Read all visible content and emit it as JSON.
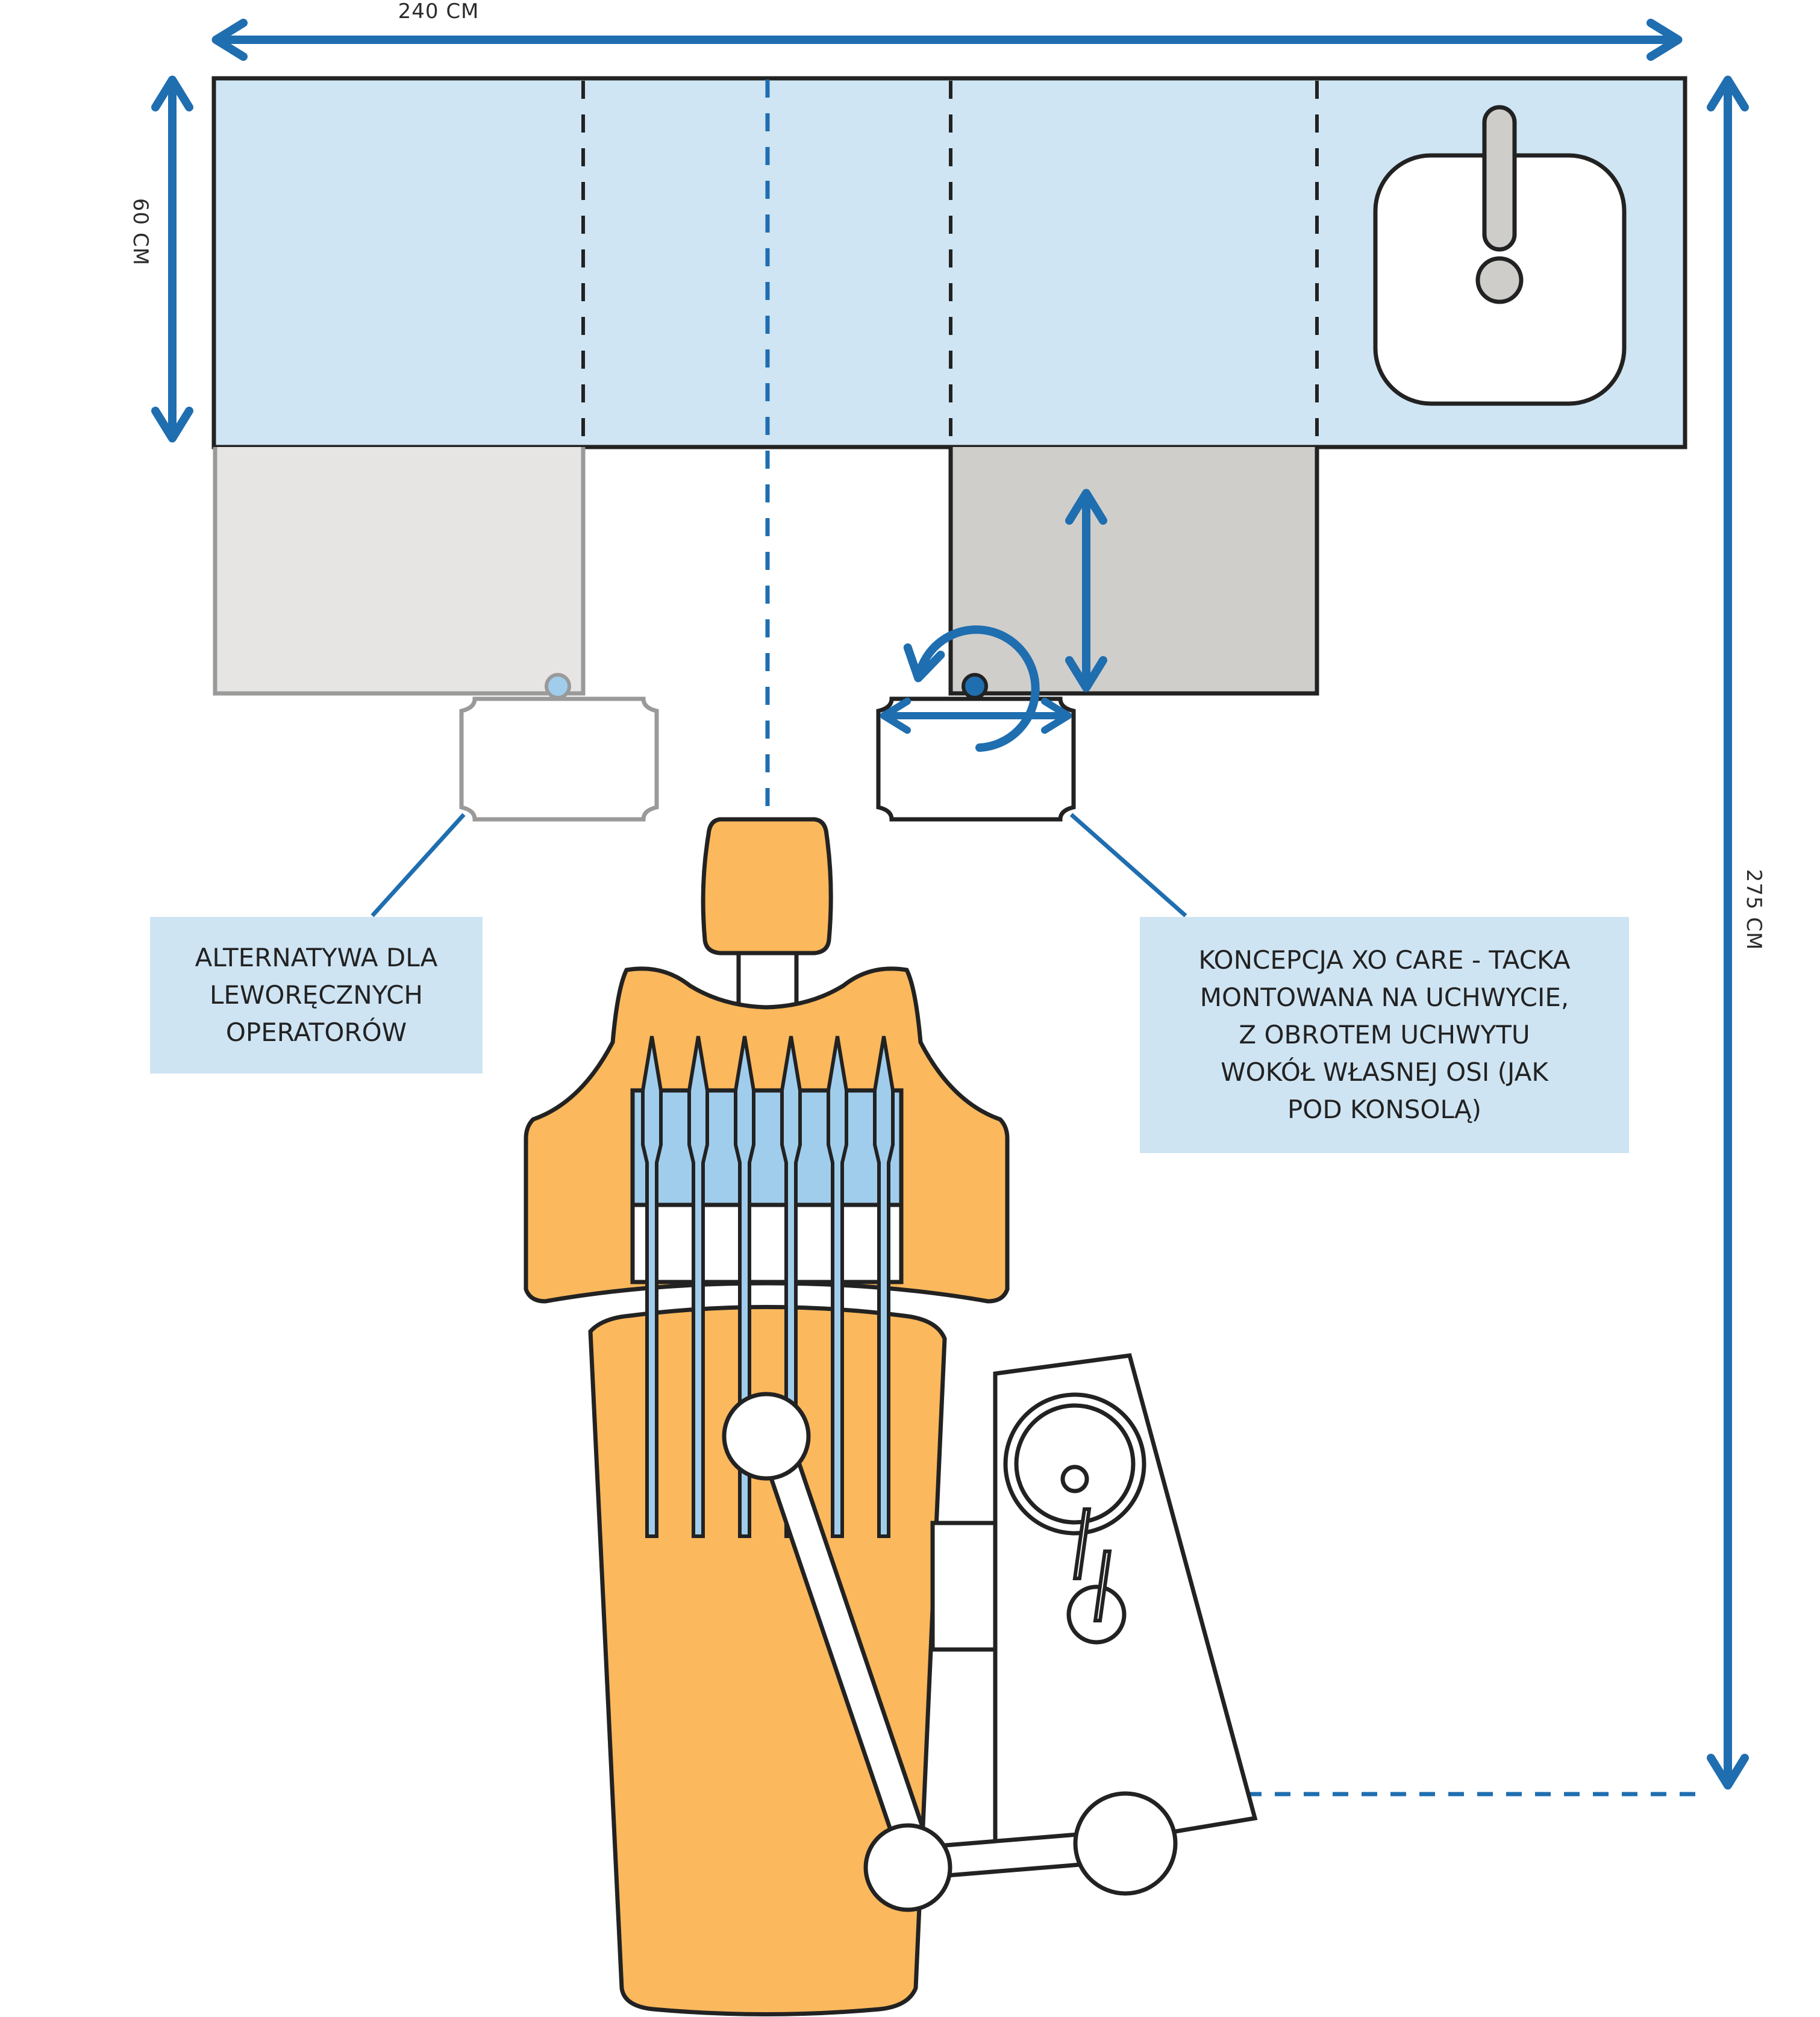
{
  "dimensions": {
    "width_label": "240 CM",
    "depth_label": "60 CM",
    "room_length_label": "275 CM"
  },
  "callouts": {
    "left_handed": "ALTERNATYWA DLA\nLEWORĘCZNYCH\nOPERATORÓW",
    "xo_care": "KONCEPCJA XO CARE - TACKA\nMONTOWANA NA UCHWYCIE,\nZ OBROTEM UCHWYTU\nWOKÓŁ WŁASNEJ OSI (JAK\nPOD KONSOLĄ)"
  },
  "colors": {
    "arrow_blue": "#1f6eb0",
    "counter_fill": "#cfe5f3",
    "chair_orange": "#fbb85d",
    "cabinet_light_grey": "#e6e5e3",
    "cabinet_dark_grey": "#d0cecb",
    "instrument_blue": "#a0cdec",
    "outline": "#222222"
  }
}
